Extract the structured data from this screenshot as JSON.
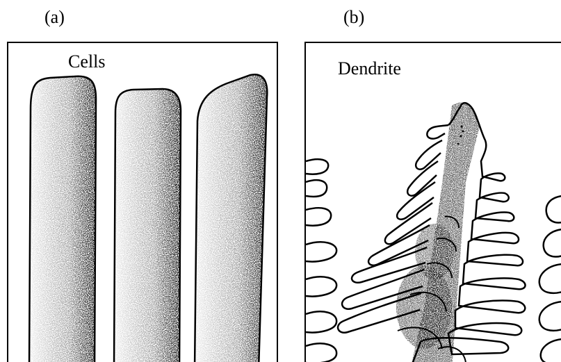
{
  "panels": [
    {
      "letter": "(a)",
      "label": "Cells"
    },
    {
      "letter": "(b)",
      "label": "Dendrite"
    }
  ],
  "colors": {
    "ink": "#000000",
    "background": "#ffffff"
  }
}
